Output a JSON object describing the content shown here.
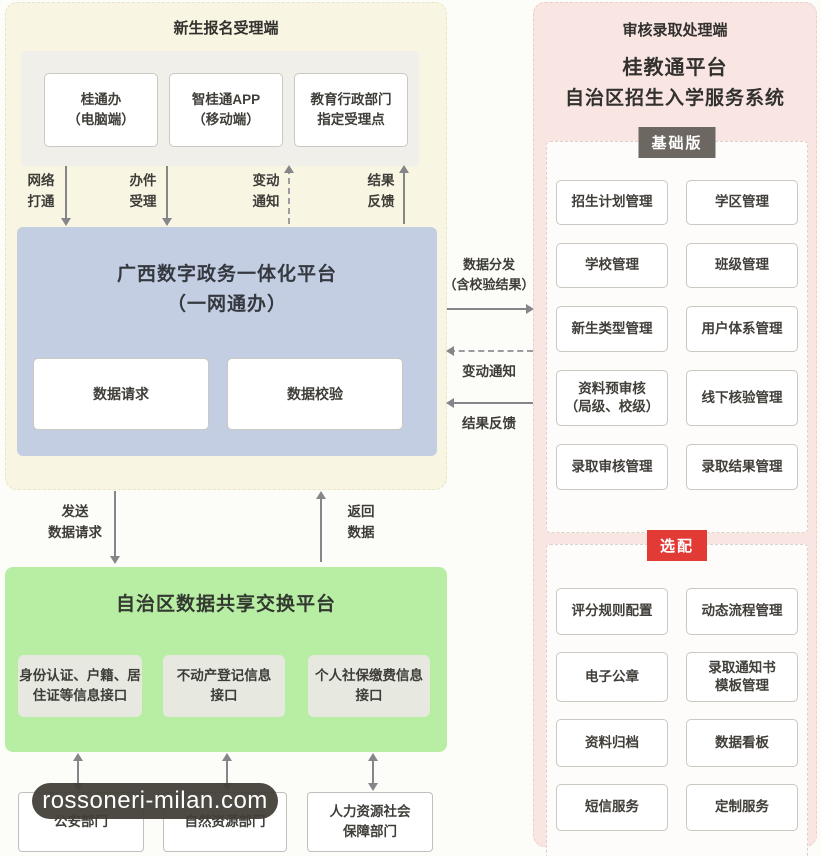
{
  "colors": {
    "intake_panel_bg": "#f8f6e2",
    "gov_platform_bg": "#c4cee3",
    "exchange_platform_bg": "#b7eea4",
    "review_panel_bg": "#f9e6e3",
    "base_badge_bg": "#6d6761",
    "optional_badge_bg": "#e23a35",
    "arrow_color": "#85858a"
  },
  "intake": {
    "title": "新生报名受理端",
    "channels": [
      {
        "label": "桂通办\n（电脑端）"
      },
      {
        "label": "智桂通APP\n（移动端）"
      },
      {
        "label": "教育行政部门\n指定受理点"
      }
    ],
    "flows": [
      {
        "label": "网络\n打通",
        "direction": "down",
        "line": "solid"
      },
      {
        "label": "办件\n受理",
        "direction": "down",
        "line": "solid"
      },
      {
        "label": "变动\n通知",
        "direction": "up",
        "line": "dashed"
      },
      {
        "label": "结果\n反馈",
        "direction": "up",
        "line": "solid"
      }
    ]
  },
  "gov_platform": {
    "title": "广西数字政务一体化平台",
    "subtitle": "（一网通办）",
    "modules": [
      {
        "label": "数据请求"
      },
      {
        "label": "数据校验"
      }
    ]
  },
  "distribution_flows": [
    {
      "label": "数据分发\n（含校验结果）",
      "direction": "right",
      "line": "solid"
    },
    {
      "label": "变动通知",
      "direction": "left",
      "line": "dashed"
    },
    {
      "label": "结果反馈",
      "direction": "left",
      "line": "solid"
    }
  ],
  "exchange_flows": [
    {
      "label": "发送\n数据请求",
      "direction": "down"
    },
    {
      "label": "返回\n数据",
      "direction": "up"
    }
  ],
  "exchange_platform": {
    "title": "自治区数据共享交换平台",
    "interfaces": [
      {
        "label": "身份认证、户籍、居\n住证等信息接口"
      },
      {
        "label": "不动产登记信息\n接口"
      },
      {
        "label": "个人社保缴费信息\n接口"
      }
    ]
  },
  "departments": [
    {
      "label": "公安部门"
    },
    {
      "label": "自然资源部门"
    },
    {
      "label": "人力资源社会\n保障部门"
    }
  ],
  "review": {
    "title": "审核录取处理端",
    "platform_name": "桂教通平台",
    "system_name": "自治区招生入学服务系统",
    "base": {
      "badge": "基础版",
      "modules": [
        {
          "label": "招生计划管理"
        },
        {
          "label": "学区管理"
        },
        {
          "label": "学校管理"
        },
        {
          "label": "班级管理"
        },
        {
          "label": "新生类型管理"
        },
        {
          "label": "用户体系管理"
        },
        {
          "label": "资料预审核\n（局级、校级）"
        },
        {
          "label": "线下核验管理"
        },
        {
          "label": "录取审核管理"
        },
        {
          "label": "录取结果管理"
        }
      ]
    },
    "optional": {
      "badge": "选配",
      "modules": [
        {
          "label": "评分规则配置"
        },
        {
          "label": "动态流程管理"
        },
        {
          "label": "电子公章"
        },
        {
          "label": "录取通知书\n模板管理"
        },
        {
          "label": "资料归档"
        },
        {
          "label": "数据看板"
        },
        {
          "label": "短信服务"
        },
        {
          "label": "定制服务"
        }
      ]
    }
  },
  "watermark": {
    "text": "rossoneri-milan.com"
  }
}
